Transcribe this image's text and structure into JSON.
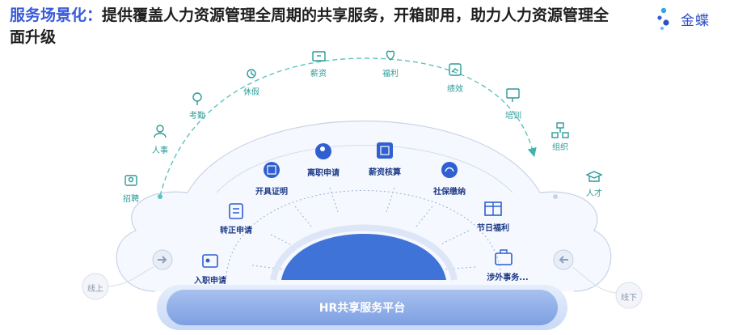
{
  "title": {
    "highlight": "服务场景化：",
    "rest": "提供覆盖人力资源管理全周期的共享服务，开箱即用，助力人力资源管理全面升级"
  },
  "logo": {
    "text": "金蝶"
  },
  "outer_arc": [
    "招聘",
    "人事",
    "考勤",
    "休假",
    "薪资",
    "福利",
    "绩效",
    "培训",
    "组织",
    "人才"
  ],
  "inner_arc": [
    "入职申请",
    "转正申请",
    "开具证明",
    "离职申请",
    "薪资核算",
    "社保缴纳",
    "节日福利",
    "涉外事务..."
  ],
  "channels": {
    "online": "线上",
    "offline": "线下"
  },
  "platform": "HR共享服务平台",
  "colors": {
    "accent": "#3a5bd9",
    "teal": "#2a9a98",
    "navy": "#1d3a86",
    "dome": "#3f73d8"
  }
}
